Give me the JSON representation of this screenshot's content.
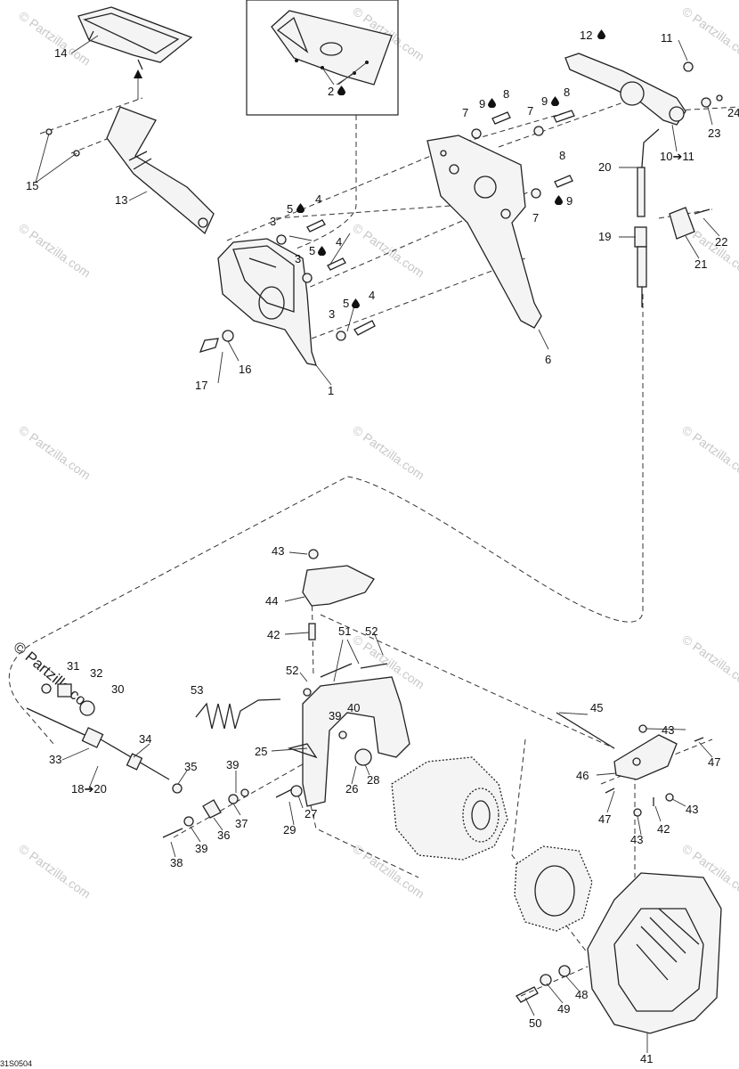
{
  "diagram": {
    "watermarks": [
      "© Partzilla.com",
      "© Partzilla.com",
      "© Partzilla.com",
      "© Partzilla.com",
      "© Partzilla.com",
      "© Partzilla.com",
      "© Partzilla.com",
      "© Partzilla.com",
      "© Partzilla.com",
      "© Partzilla.com",
      "© Partzilla.com",
      "© Partzilla.com",
      "© Partzilla.com",
      "© Partzilla.com"
    ],
    "watermark_main": "© Partzilla.com",
    "drawing_code": "31S0504",
    "labels": {
      "l14": "14",
      "l2": "2",
      "l12": "12",
      "l11a": "11",
      "l24": "24",
      "l23": "23",
      "l10": "10➔11",
      "l15": "15",
      "l13": "13",
      "l9a": "9",
      "l8a": "8",
      "l7a": "7",
      "l9b": "9",
      "l8b": "8",
      "l7b": "7",
      "l20a": "20",
      "l8c": "8",
      "l9c": "9",
      "l7c": "7",
      "l19": "19",
      "l21": "21",
      "l22": "22",
      "l5a": "5",
      "l4a": "4",
      "l3a": "3",
      "l5b": "5",
      "l4b": "4",
      "l3b": "3",
      "l5c": "5",
      "l4c": "4",
      "l3c": "3",
      "l6": "6",
      "l16": "16",
      "l17": "17",
      "l1": "1",
      "l43a": "43",
      "l44": "44",
      "l42a": "42",
      "l51": "51",
      "l52a": "52",
      "l52b": "52",
      "l31": "31",
      "l32": "32",
      "l30": "30",
      "l53": "53",
      "l39a": "39",
      "l40": "40",
      "l45": "45",
      "l25": "25",
      "l34": "34",
      "l33": "33",
      "l35": "35",
      "l39b": "39",
      "l26": "26",
      "l28": "28",
      "l18": "18➔20",
      "l37": "37",
      "l27": "27",
      "l29": "29",
      "l36": "36",
      "l39c": "39",
      "l38": "38",
      "l43b": "43",
      "l47a": "47",
      "l46": "46",
      "l47b": "47",
      "l43c": "43",
      "l42b": "42",
      "l43d": "43",
      "l48": "48",
      "l49": "49",
      "l50": "50",
      "l41": "41"
    }
  }
}
